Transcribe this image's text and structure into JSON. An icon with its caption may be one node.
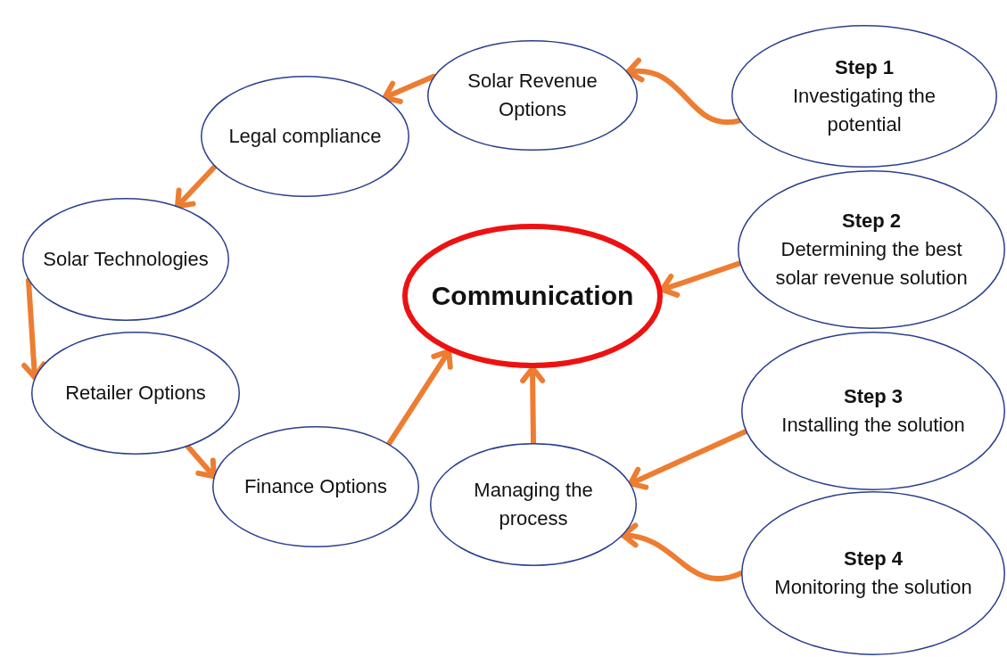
{
  "diagram": {
    "nodes": [
      {
        "text": [
          "Solar Revenue Options"
        ]
      },
      {
        "text": [
          "Step 1",
          "Investigating the potential"
        ]
      },
      {
        "text": [
          "Legal compliance"
        ]
      },
      {
        "text": [
          "Solar Technologies"
        ]
      },
      {
        "text": [
          "Step 2",
          "Determining the best solar revenue solution"
        ]
      },
      {
        "text": [
          "Communication"
        ]
      },
      {
        "text": [
          "Retailer Options"
        ]
      },
      {
        "text": [
          "Step 3",
          "Installing the solution"
        ]
      },
      {
        "text": [
          "Finance Options"
        ]
      },
      {
        "text": [
          "Managing the process"
        ]
      },
      {
        "text": [
          "Step 4",
          "Monitoring the solution"
        ]
      }
    ],
    "edges": [
      {
        "from": 1,
        "to": 0,
        "arrow": "to"
      },
      {
        "from": 0,
        "to": 2,
        "arrow": "to"
      },
      {
        "from": 2,
        "to": 3,
        "arrow": "to"
      },
      {
        "from": 3,
        "to": 6,
        "arrow": "to"
      },
      {
        "from": 6,
        "to": 8,
        "arrow": "to"
      },
      {
        "from": 8,
        "to": 5,
        "arrow": "to"
      },
      {
        "from": 9,
        "to": 5,
        "arrow": "to"
      },
      {
        "from": 4,
        "to": 5,
        "arrow": "to"
      },
      {
        "from": 7,
        "to": 9,
        "arrow": "to"
      },
      {
        "from": 10,
        "to": 9,
        "arrow": "to"
      }
    ]
  }
}
